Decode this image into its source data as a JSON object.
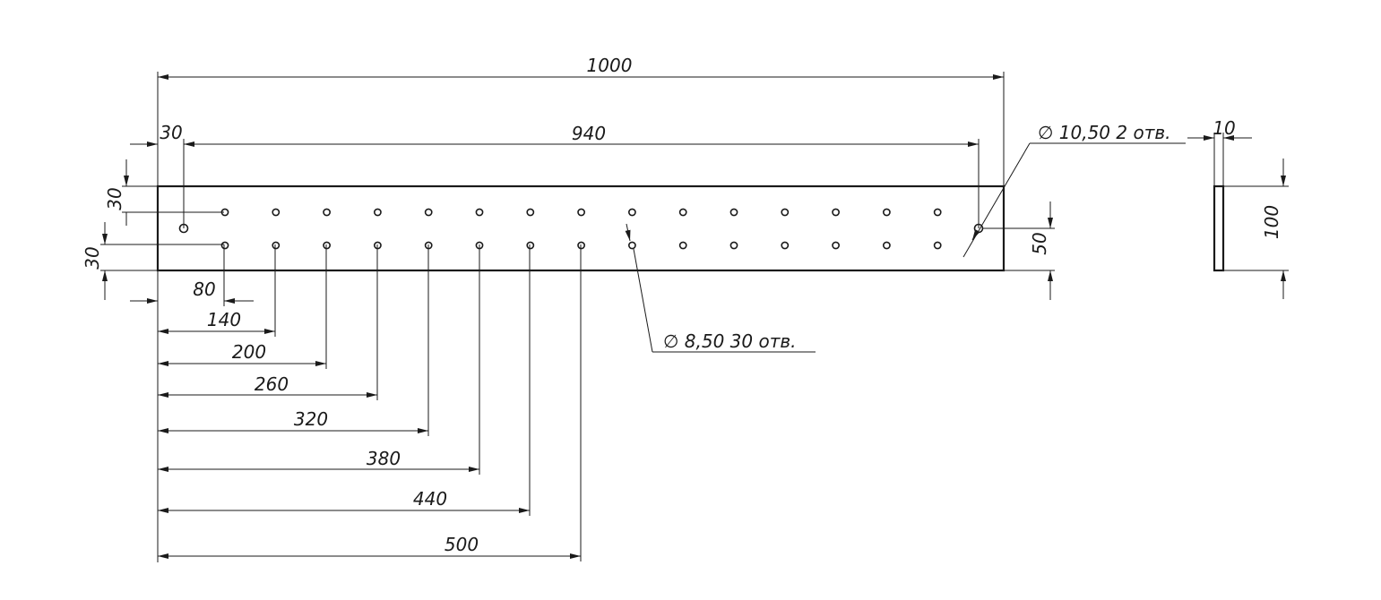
{
  "dimensions": {
    "overall_length": "1000",
    "edge_hole_spacing": "940",
    "edge_offset": "30",
    "top_row_offset": "30",
    "bottom_row_offset": "30",
    "row_spacing": "50",
    "plate_height": "100",
    "thickness": "10",
    "hole_offsets": [
      "80",
      "140",
      "200",
      "260",
      "320",
      "380",
      "440",
      "500"
    ]
  },
  "callouts": {
    "large_holes": "∅ 10,50  2 отв.",
    "small_holes": "∅ 8,50   30 отв."
  }
}
